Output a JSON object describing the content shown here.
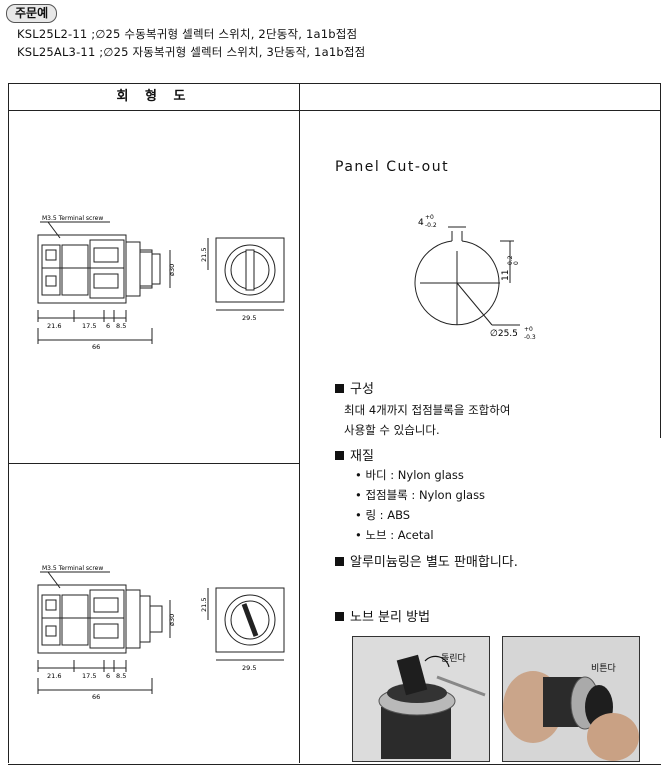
{
  "order_example": {
    "label": "주문예",
    "lines": [
      "KSL25L2-11 ;∅25 수동복귀형 셀렉터 스위치, 2단동작, 1a1b접점",
      "KSL25AL3-11 ;∅25 자동복귀형 셀렉터 스위치, 3단동작, 1a1b접점"
    ]
  },
  "table": {
    "header_left": "회 형 도"
  },
  "drawing_top": {
    "terminal_label": "M3.5 Terminal screw",
    "dims_bottom": [
      "21.6",
      "17.5",
      "6",
      "8.5"
    ],
    "total": "66",
    "dia": "ø30",
    "side_width": "29.5",
    "side_height": "21.5"
  },
  "drawing_bottom": {
    "terminal_label": "M3.5 Terminal screw",
    "dims_bottom": [
      "21.6",
      "17.5",
      "6",
      "8.5"
    ],
    "total": "66",
    "dia": "ø30",
    "side_width": "29.5",
    "side_height": "21.5"
  },
  "cutout": {
    "title": "Panel Cut-out",
    "key_width": "4",
    "key_width_tol_upper": "+0",
    "key_width_tol_lower": "-0.2",
    "key_depth": "11",
    "key_depth_tol_upper": "0.2",
    "key_depth_tol_lower": "0",
    "diameter": "∅25.5",
    "diameter_tol_upper": "+0",
    "diameter_tol_lower": "-0.3"
  },
  "construction": {
    "heading": "구성",
    "lines": [
      "최대 4개까지 접점블록을 조합하여",
      "사용할 수 있습니다."
    ]
  },
  "material": {
    "heading": "재질",
    "items": [
      "• 바디 : Nylon glass",
      "• 접점블록 : Nylon glass",
      "• 링 : ABS",
      "• 노브 : Acetal"
    ]
  },
  "ring_note": "알루미늄링은 별도 판매합니다.",
  "knob_removal": {
    "heading": "노브 분리 방법",
    "photo1_label": "돌린다",
    "photo2_label": "비튼다"
  }
}
